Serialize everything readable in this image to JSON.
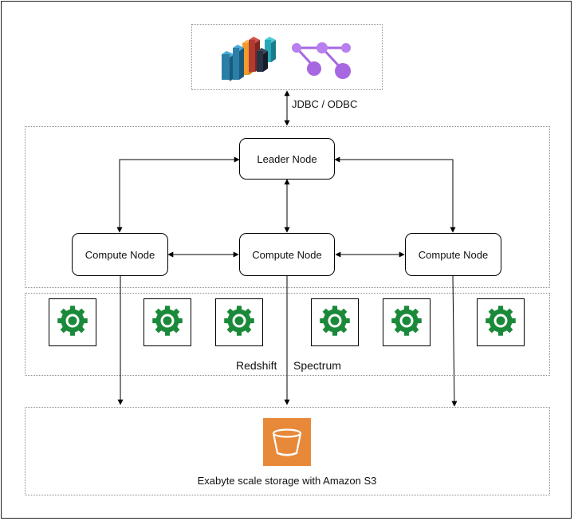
{
  "connector_label": "JDBC / ODBC",
  "leader": {
    "label": "Leader Node"
  },
  "compute_nodes": [
    {
      "label": "Compute Node"
    },
    {
      "label": "Compute Node"
    },
    {
      "label": "Compute Node"
    }
  ],
  "spectrum": {
    "word1": "Redshift",
    "word2": "Spectrum"
  },
  "storage": {
    "caption": "Exabyte scale storage with Amazon S3"
  },
  "colors": {
    "gear": "#1a8a3a",
    "s3_orange": "#e8893a",
    "bar_blue": "#2a7fa8",
    "bar_orange": "#f29b2c",
    "bar_red": "#b23a30",
    "bar_teal": "#2aa8b8",
    "graph_purple": "#a767e0"
  },
  "icons": [
    "bar-chart-icon",
    "graph-network-icon",
    "gear-icon",
    "s3-bucket-icon"
  ]
}
